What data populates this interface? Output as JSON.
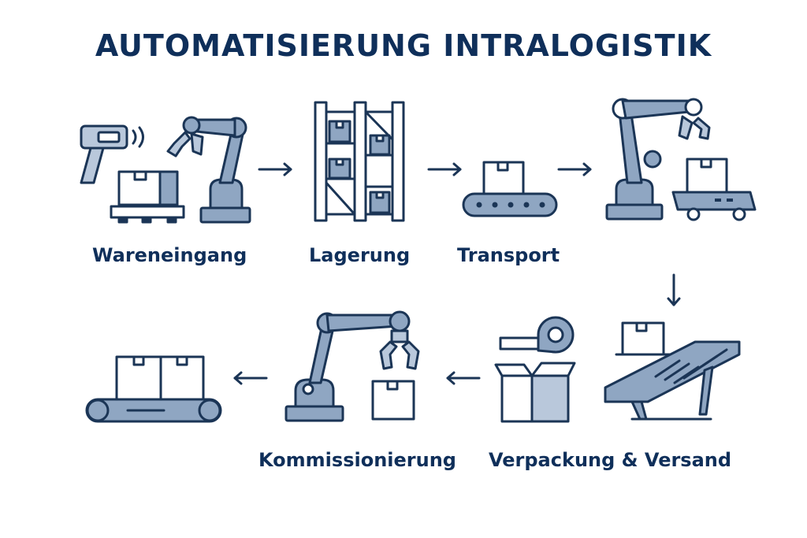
{
  "title": "AUTOMATISIERUNG INTRALOGISTIK",
  "stages": [
    {
      "label": "Wareneingang"
    },
    {
      "label": "Lagerung"
    },
    {
      "label": "Transport"
    },
    {
      "label": "Kommissionierung"
    },
    {
      "label": "Verpackung & Versand"
    }
  ],
  "colors": {
    "title": "#0f2f5a",
    "outline": "#1b3556",
    "fill_blue": "#8fa6c2",
    "fill_light": "#b9c8db"
  }
}
